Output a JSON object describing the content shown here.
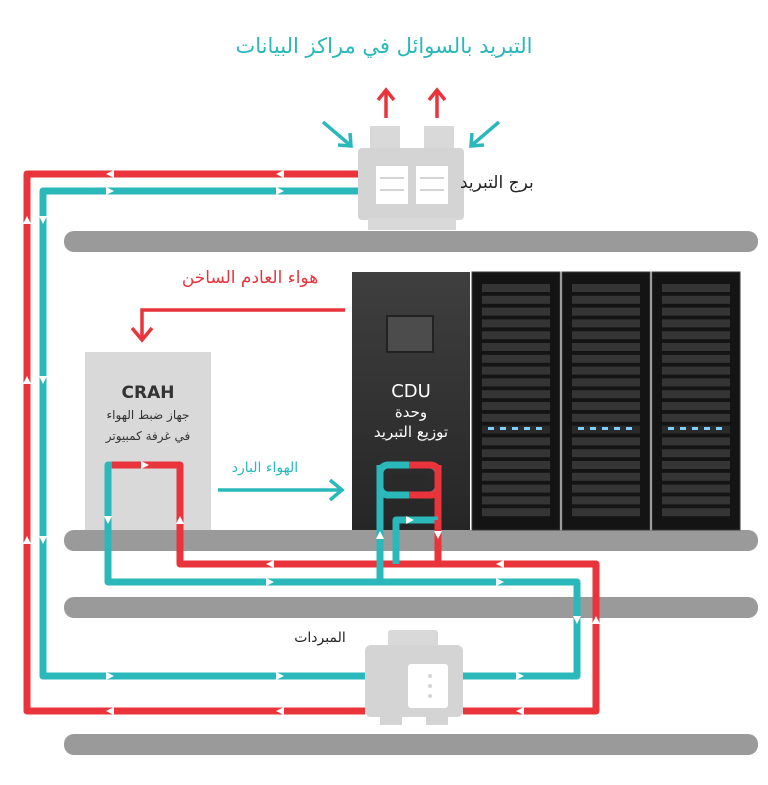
{
  "title": "التبريد بالسوائل في مراكز البيانات",
  "cooling_tower": {
    "label": "برج التبريد"
  },
  "hot_exhaust_air": {
    "label": "هواء العادم الساخن"
  },
  "cold_air": {
    "label": "الهواء البارد"
  },
  "crah": {
    "title": "CRAH",
    "line1": "جهاز ضبط الهواء",
    "line2": "في غرفة كمبيوتر"
  },
  "cdu": {
    "title": "CDU",
    "line1": "وحدة",
    "line2": "توزيع التبريد"
  },
  "chillers": {
    "label": "المبردات"
  },
  "colors": {
    "hot_loop": "#e8343a",
    "cold_loop": "#2ab8bb",
    "floor": "#9a9a9a",
    "equipment": "#d9d9d9",
    "cdu_body": "#3a3a3a",
    "rack": "#1a1a1a"
  }
}
